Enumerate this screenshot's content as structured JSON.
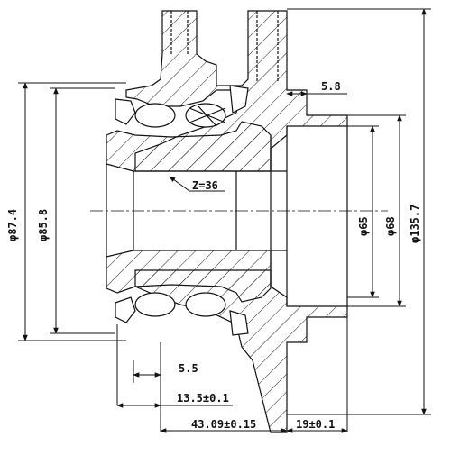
{
  "drawing": {
    "dimensions": {
      "flange_thickness": "5.8",
      "seal_dia_1": "φ87.4",
      "seal_dia_2": "φ85.8",
      "spline_teeth": "Z=36",
      "pilot_dia_1": "φ65",
      "pilot_dia_2": "φ68",
      "flange_dia": "φ135.7",
      "bottom_offset": "5.5",
      "bearing_offset": "13.5±0.1",
      "hub_length": "43.09±0.15",
      "pilot_length": "19±0.1"
    },
    "colors": {
      "line": "#111111",
      "hatch": "#222222",
      "background": "#ffffff"
    }
  }
}
